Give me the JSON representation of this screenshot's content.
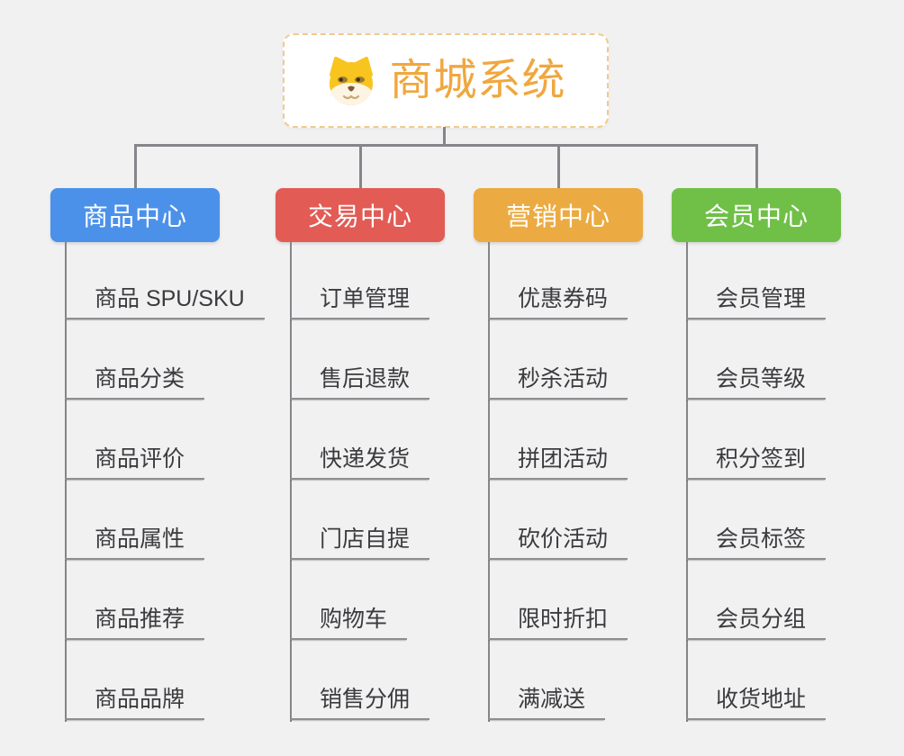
{
  "root": {
    "title": "商城系统",
    "icon": "dog-face-icon"
  },
  "branches": [
    {
      "label": "商品中心",
      "color": "#4b91e9",
      "items": [
        "商品 SPU/SKU",
        "商品分类",
        "商品评价",
        "商品属性",
        "商品推荐",
        "商品品牌"
      ]
    },
    {
      "label": "交易中心",
      "color": "#e25b55",
      "items": [
        "订单管理",
        "售后退款",
        "快递发货",
        "门店自提",
        "购物车",
        "销售分佣"
      ]
    },
    {
      "label": "营销中心",
      "color": "#ebab42",
      "items": [
        "优惠券码",
        "秒杀活动",
        "拼团活动",
        "砍价活动",
        "限时折扣",
        "满减送"
      ]
    },
    {
      "label": "会员中心",
      "color": "#70c048",
      "items": [
        "会员管理",
        "会员等级",
        "积分签到",
        "会员标签",
        "会员分组",
        "收货地址"
      ]
    }
  ],
  "colors": {
    "connector": "#85858a",
    "underline": "#8e8e91",
    "root_title": "#f0a73f",
    "root_border": "#f2c98e",
    "item_text": "#3b3b3e",
    "canvas_bg": "#f1f1f2"
  }
}
